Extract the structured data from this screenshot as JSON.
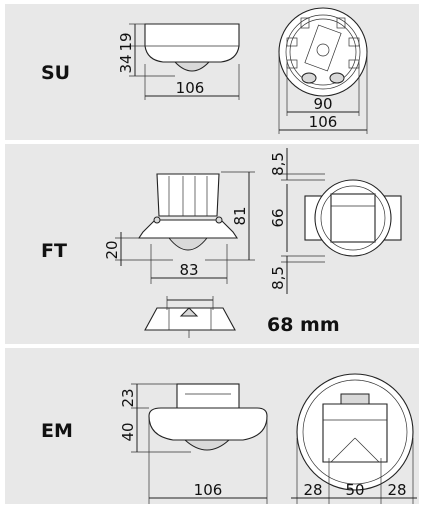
{
  "panels": [
    {
      "label": "SU",
      "dims": {
        "h_top": "19",
        "h_bottom": "34",
        "width_side": "106",
        "inner": "90",
        "outer": "106"
      }
    },
    {
      "label": "FT",
      "dims": {
        "left_h": "20",
        "height": "81",
        "width": "83",
        "top_h": "8,5",
        "mid_h": "66",
        "bot_h": "8,5",
        "cutout": "68 mm"
      }
    },
    {
      "label": "EM",
      "dims": {
        "h_top": "23",
        "h_bottom": "40",
        "width_side": "106",
        "seg_left": "28",
        "seg_mid": "50",
        "seg_right": "28"
      }
    }
  ]
}
